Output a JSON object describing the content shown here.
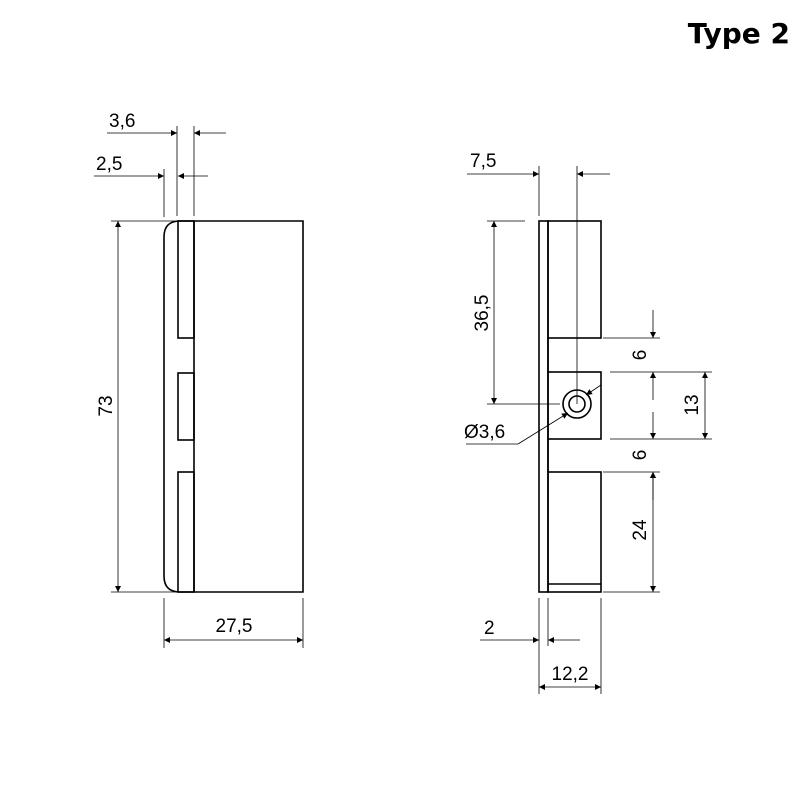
{
  "title": "Type 2",
  "left_view": {
    "dim_3_6": "3,6",
    "dim_2_5": "2,5",
    "dim_73": "73",
    "dim_27_5": "27,5"
  },
  "right_view": {
    "dim_7_5": "7,5",
    "dim_36_5": "36,5",
    "dim_hole": "Ø3,6",
    "dim_6_top": "6",
    "dim_13": "13",
    "dim_6_bottom": "6",
    "dim_24": "24",
    "dim_2": "2",
    "dim_12_2": "12,2"
  },
  "colors": {
    "line": "#000000",
    "background": "#ffffff"
  }
}
